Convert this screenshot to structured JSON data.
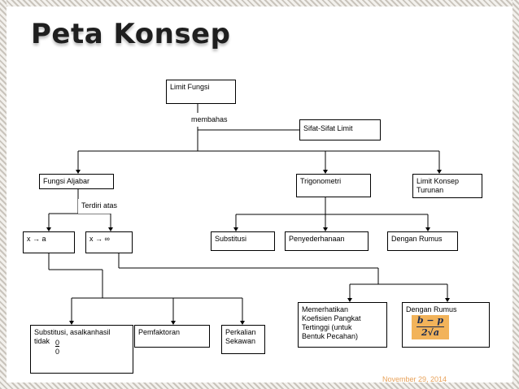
{
  "slide": {
    "title": "Peta Konsep",
    "date": "November 29, 2014"
  },
  "nodes": {
    "root": "Limit Fungsi",
    "sifat": "Sifat-Sifat Limit",
    "aljabar": "Fungsi Aljabar",
    "trigonometri": "Trigonometri",
    "turunan": "Limit Konsep\nTurunan",
    "x_to_a": "x → a",
    "x_to_inf": "x → ∞",
    "substitusi": "Substitusi",
    "penyederhanaan": "Penyederhanaan",
    "dengan_rumus": "Dengan Rumus",
    "substitusi_asal": "Substitusi, asalkanhasil\ntidak",
    "substitusi_asal_frac_num": "0",
    "substitusi_asal_frac_den": "0",
    "pemfaktoran": "Pemfaktoran",
    "perkalian": "Perkalian\nSekawan",
    "memerhatikan": "Memerhatikan\nKoefisien Pangkat\nTertinggi (untuk\nBentuk Pecahan)",
    "dengan_rumus_2": "Dengan Rumus"
  },
  "labels": {
    "membahas": "membahas",
    "terdiri_atas": "Terdiri atas"
  },
  "formula": {
    "numerator": "b − p",
    "denominator": "2√a"
  },
  "colors": {
    "date": "#e8a25a",
    "formula_bg": "#f2b35a",
    "border": "#000000"
  }
}
